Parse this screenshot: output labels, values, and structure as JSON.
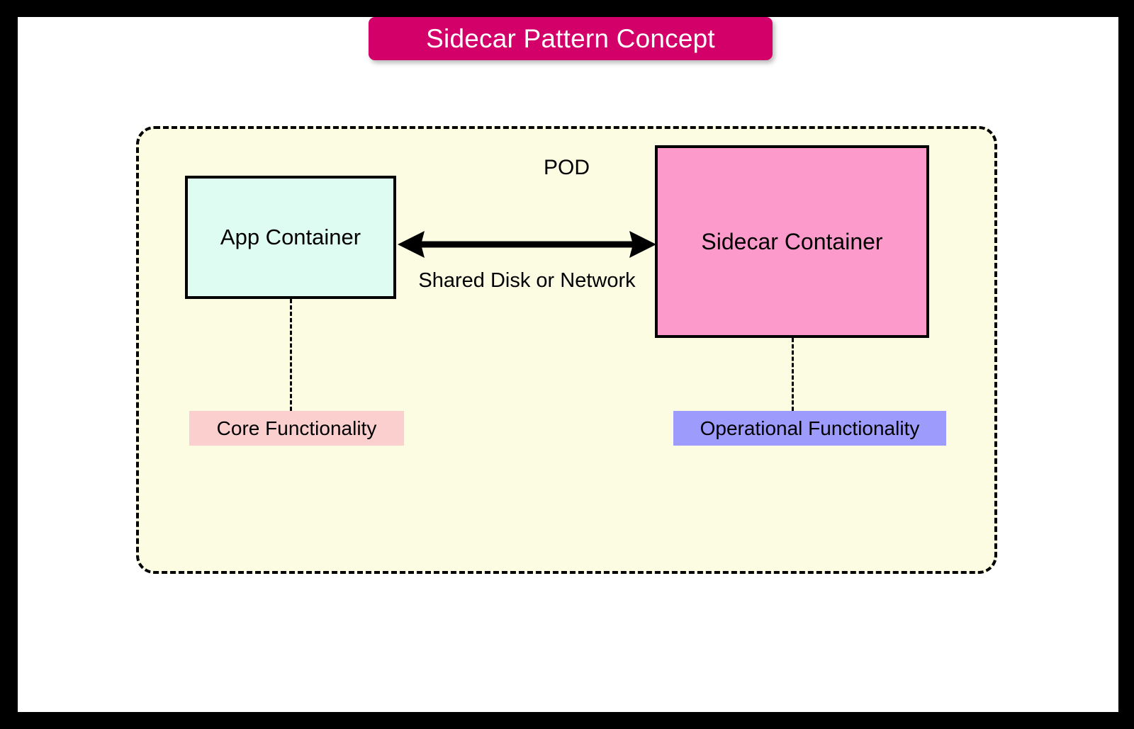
{
  "diagram": {
    "title": "Sidecar Pattern Concept",
    "title_bg_color": "#d4006a",
    "title_text_color": "#ffffff",
    "canvas_bg_color": "#ffffff",
    "frame_color": "#000000",
    "pod": {
      "label": "POD",
      "fill_color": "#fbfce2",
      "border_style": "dashed",
      "border_color": "#000000"
    },
    "nodes": [
      {
        "id": "app-container",
        "label": "App Container",
        "fill_color": "#defcf2",
        "border_color": "#000000"
      },
      {
        "id": "sidecar-container",
        "label": "Sidecar Container",
        "fill_color": "#fc9bcb",
        "border_color": "#000000"
      }
    ],
    "connection": {
      "label": "Shared Disk or Network",
      "style": "double-headed-arrow",
      "color": "#000000"
    },
    "tags": [
      {
        "id": "core-func",
        "label": "Core Functionality",
        "fill_color": "#fccfcf",
        "attached_to": "App Container"
      },
      {
        "id": "ops-func",
        "label": "Operational Functionality",
        "fill_color": "#9d9bfb",
        "attached_to": "Sidecar Container"
      }
    ]
  }
}
